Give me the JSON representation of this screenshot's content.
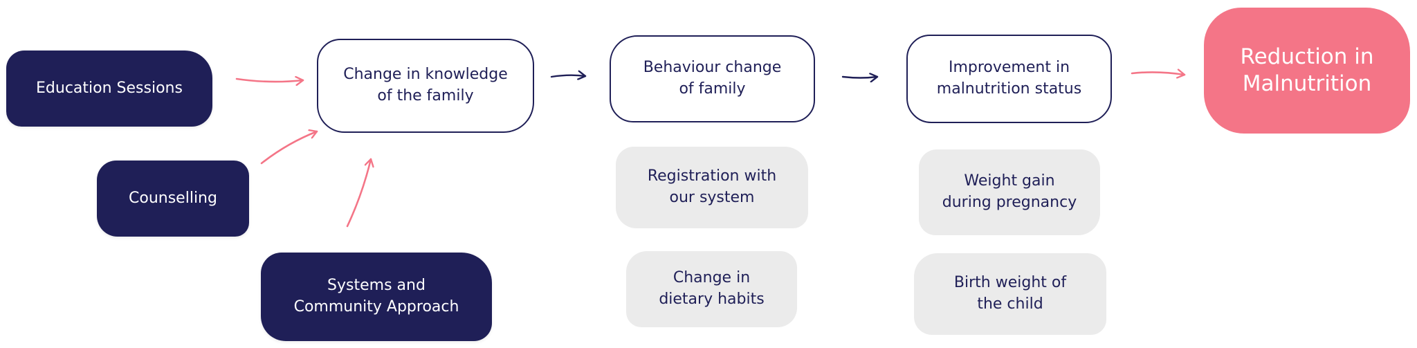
{
  "colors": {
    "navy": "#1f1f57",
    "pink": "#f47587",
    "grey": "#ebebeb"
  },
  "inputs": {
    "education_sessions": "Education Sessions",
    "counselling": "Counselling",
    "systems_community": "Systems and\nCommunity Approach"
  },
  "stages": {
    "knowledge": "Change in knowledge\nof the family",
    "behaviour": "Behaviour change\nof family",
    "malnutrition_status": "Improvement in\nmalnutrition status"
  },
  "outcome": {
    "label": "Reduction in\nMalnutrition"
  },
  "indicators": {
    "registration": "Registration with\nour system",
    "dietary": "Change in\ndietary habits",
    "weight_gain": "Weight gain\nduring pregnancy",
    "birth_weight": "Birth weight of\nthe child"
  }
}
